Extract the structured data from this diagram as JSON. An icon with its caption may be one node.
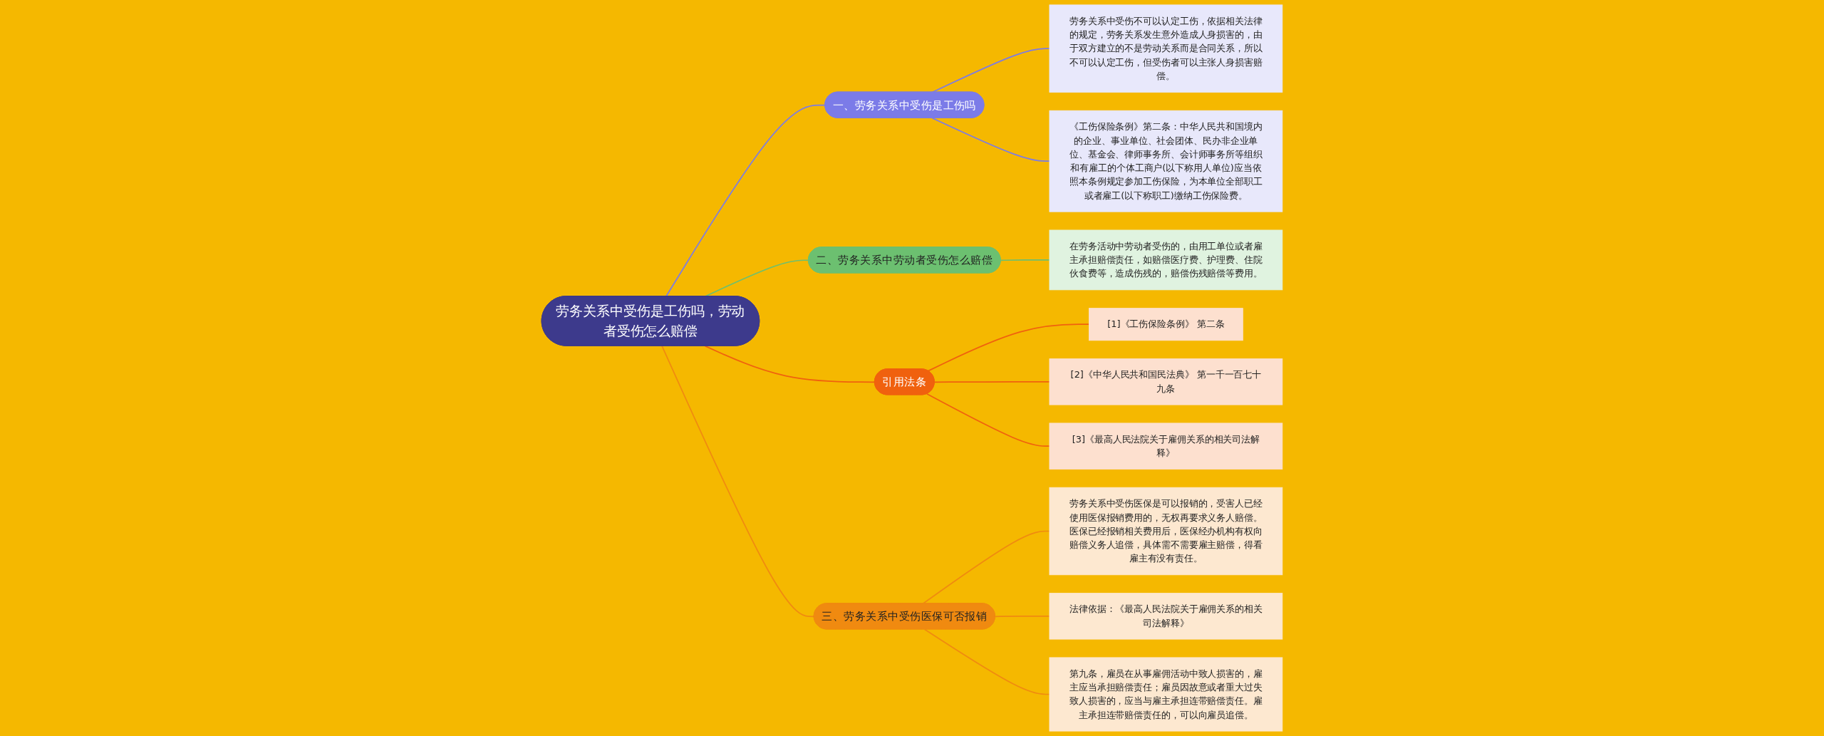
{
  "diagram": {
    "nodes": [
      {
        "text": [
          "劳务关系中受伤是工伤吗，劳动者受伤怎么赔偿"
        ]
      },
      {
        "text": [
          "一、劳务关系中受伤是工伤吗"
        ]
      },
      {
        "text": [
          "劳务关系中受伤不可以认定工伤，依据相关法律的规定，劳务关系发生意外造成人身损害的，由于双方建立的不是劳动关系而是合同关系，所以不可以认定工伤，但受伤者可以主张人身损害赔偿。"
        ]
      },
      {
        "text": [
          "《工伤保险条例》第二条：中华人民共和国境内的企业、事业单位、社会团体、民办非企业单位、基金会、律师事务所、会计师事务所等组织和有雇工的个体工商户(以下称用人单位)应当依照本条例规定参加工伤保险，为本单位全部职工或者雇工(以下称职工)缴纳工伤保险费。"
        ]
      },
      {
        "text": [
          "二、劳务关系中劳动者受伤怎么赔偿"
        ]
      },
      {
        "text": [
          "在劳务活动中劳动者受伤的，由用工单位或者雇主承担赔偿责任，如赔偿医疗费、护理费、住院伙食费等，造成伤残的，赔偿伤残赔偿等费用。"
        ]
      },
      {
        "text": [
          "引用法条"
        ]
      },
      {
        "text": [
          "[1]《工伤保险条例》 第二条"
        ]
      },
      {
        "text": [
          "[2]《中华人民共和国民法典》 第一千一百七十九条"
        ]
      },
      {
        "text": [
          "[3]《最高人民法院关于雇佣关系的相关司法解释》"
        ]
      },
      {
        "text": [
          "三、劳务关系中受伤医保可否报销"
        ]
      },
      {
        "text": [
          "劳务关系中受伤医保是可以报销的，受害人已经使用医保报销费用的，无权再要求义务人赔偿。医保已经报销相关费用后，医保经办机构有权向赔偿义务人追偿，具体需不需要雇主赔偿，得看雇主有没有责任。"
        ]
      },
      {
        "text": [
          "法律依据：《最高人民法院关于雇佣关系的相关司法解释》"
        ]
      },
      {
        "text": [
          "第九条，雇员在从事雇佣活动中致人损害的，雇主应当承担赔偿责任；雇员因故意或者重大过失致人损害的，应当与雇主承担连带赔偿责任。雇主承担连带赔偿责任的，可以向雇员追偿。"
        ]
      }
    ],
    "edges": [
      {
        "from": 0,
        "to": 1,
        "arrow": "none",
        "color": "#7b7be8"
      },
      {
        "from": 1,
        "to": 2,
        "arrow": "none",
        "color": "#7b7be8"
      },
      {
        "from": 1,
        "to": 3,
        "arrow": "none",
        "color": "#7b7be8"
      },
      {
        "from": 0,
        "to": 4,
        "arrow": "none",
        "color": "#6cc070"
      },
      {
        "from": 4,
        "to": 5,
        "arrow": "none",
        "color": "#6cc070"
      },
      {
        "from": 0,
        "to": 6,
        "arrow": "none",
        "color": "#f0610e"
      },
      {
        "from": 6,
        "to": 7,
        "arrow": "none",
        "color": "#f0610e"
      },
      {
        "from": 6,
        "to": 8,
        "arrow": "none",
        "color": "#f0610e"
      },
      {
        "from": 6,
        "to": 9,
        "arrow": "none",
        "color": "#f0610e"
      },
      {
        "from": 0,
        "to": 10,
        "arrow": "none",
        "color": "#f08a10"
      },
      {
        "from": 10,
        "to": 11,
        "arrow": "none",
        "color": "#f08a10"
      },
      {
        "from": 10,
        "to": 12,
        "arrow": "none",
        "color": "#f08a10"
      },
      {
        "from": 10,
        "to": 13,
        "arrow": "none",
        "color": "#f08a10"
      }
    ]
  }
}
